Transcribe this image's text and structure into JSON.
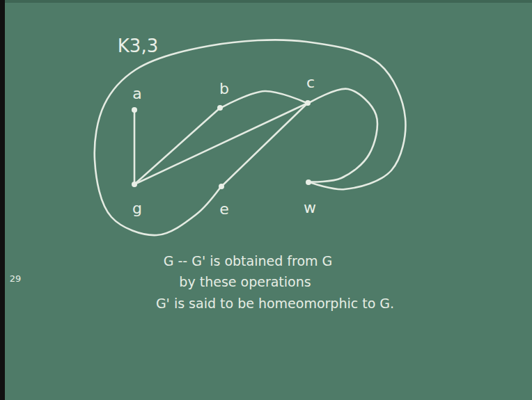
{
  "diagram": {
    "title": "K3,3",
    "nodes": [
      {
        "text": [
          "a"
        ]
      },
      {
        "text": [
          "b"
        ]
      },
      {
        "text": [
          "c"
        ]
      },
      {
        "text": [
          "g"
        ]
      },
      {
        "text": [
          "e"
        ]
      },
      {
        "text": [
          "w"
        ]
      }
    ],
    "edges": [
      {
        "from": 0,
        "to": 3,
        "arrow": "none"
      },
      {
        "from": 1,
        "to": 3,
        "arrow": "none"
      },
      {
        "from": 2,
        "to": 3,
        "arrow": "none"
      },
      {
        "from": 2,
        "to": 4,
        "arrow": "none"
      },
      {
        "from": 1,
        "to": 2,
        "arrow": "none"
      },
      {
        "from": 2,
        "to": 5,
        "arrow": "none"
      },
      {
        "from": 4,
        "to": 5,
        "arrow": "none"
      }
    ],
    "labels": [
      "G -- G' is obtained from G",
      "by these operations",
      "G' is said to be homeomorphic to G.",
      "29"
    ]
  }
}
